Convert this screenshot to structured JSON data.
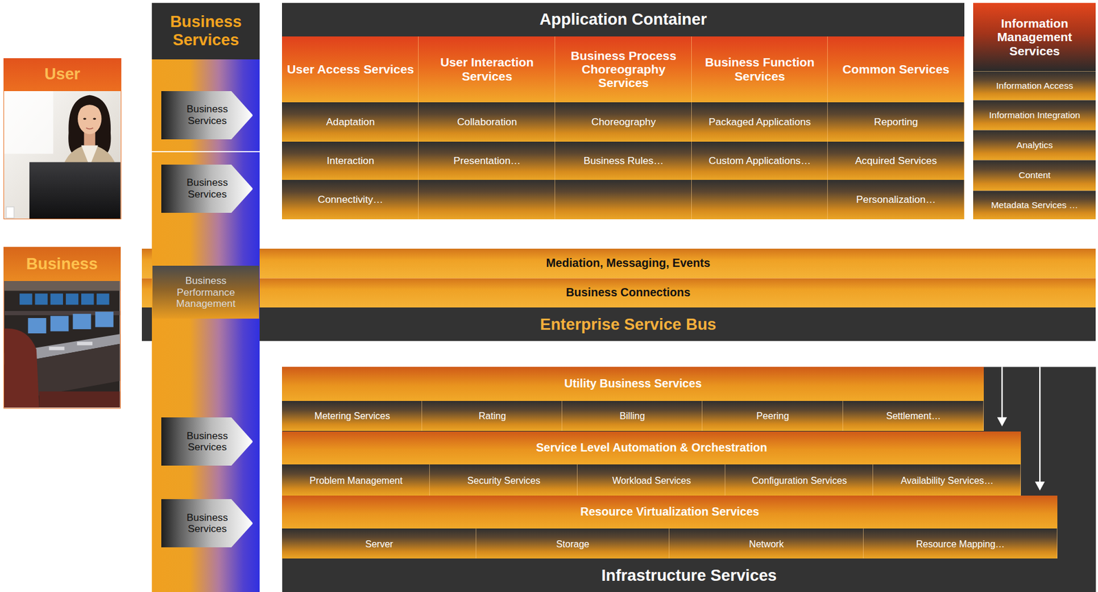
{
  "diagram": {
    "nodes": [
      {
        "text": [
          "User"
        ]
      },
      {
        "text": [
          "Business"
        ]
      },
      {
        "text": [
          "Business Services"
        ]
      },
      {
        "text": [
          "Business Services"
        ],
        "in": 2
      },
      {
        "text": [
          "Business Services"
        ],
        "in": 2
      },
      {
        "text": [
          "Business Performance Management"
        ],
        "in": 2
      },
      {
        "text": [
          "Business Services"
        ],
        "in": 2
      },
      {
        "text": [
          "Business Services"
        ],
        "in": 2
      },
      {
        "text": [
          "Application Container"
        ]
      },
      {
        "text": [
          "User Access Services"
        ],
        "in": 8
      },
      {
        "text": [
          "Adaptation"
        ],
        "in": 9
      },
      {
        "text": [
          "Interaction"
        ],
        "in": 9
      },
      {
        "text": [
          "Connectivity…"
        ],
        "in": 9
      },
      {
        "text": [
          "User Interaction Services"
        ],
        "in": 8
      },
      {
        "text": [
          "Collaboration"
        ],
        "in": 13
      },
      {
        "text": [
          "Presentation…"
        ],
        "in": 13
      },
      {
        "text": [
          "Business Process Choreography Services"
        ],
        "in": 8
      },
      {
        "text": [
          "Choreography"
        ],
        "in": 16
      },
      {
        "text": [
          "Business Rules…"
        ],
        "in": 16
      },
      {
        "text": [
          "Business Function Services"
        ],
        "in": 8
      },
      {
        "text": [
          "Packaged Applications"
        ],
        "in": 19
      },
      {
        "text": [
          "Custom Applications…"
        ],
        "in": 19
      },
      {
        "text": [
          "Common Services"
        ],
        "in": 8
      },
      {
        "text": [
          "Reporting"
        ],
        "in": 22
      },
      {
        "text": [
          "Acquired Services"
        ],
        "in": 22
      },
      {
        "text": [
          "Personalization…"
        ],
        "in": 22
      },
      {
        "text": [
          "Information Management Services"
        ]
      },
      {
        "text": [
          "Information Access"
        ],
        "in": 26
      },
      {
        "text": [
          "Information Integration"
        ],
        "in": 26
      },
      {
        "text": [
          "Analytics"
        ],
        "in": 26
      },
      {
        "text": [
          "Content"
        ],
        "in": 26
      },
      {
        "text": [
          "Metadata Services …"
        ],
        "in": 26
      },
      {
        "text": [
          "Enterprise Service Bus"
        ]
      },
      {
        "text": [
          "Mediation, Messaging, Events"
        ],
        "in": 32
      },
      {
        "text": [
          "Business Connections"
        ],
        "in": 32
      },
      {
        "text": [
          "Infrastructure Services"
        ]
      },
      {
        "text": [
          "Utility Business Services"
        ],
        "in": 35
      },
      {
        "text": [
          "Metering Services"
        ],
        "in": 36
      },
      {
        "text": [
          "Rating"
        ],
        "in": 36
      },
      {
        "text": [
          "Billing"
        ],
        "in": 36
      },
      {
        "text": [
          "Peering"
        ],
        "in": 36
      },
      {
        "text": [
          "Settlement…"
        ],
        "in": 36
      },
      {
        "text": [
          "Service Level Automation & Orchestration"
        ],
        "in": 35
      },
      {
        "text": [
          "Problem Management"
        ],
        "in": 42
      },
      {
        "text": [
          "Security Services"
        ],
        "in": 42
      },
      {
        "text": [
          "Workload Services"
        ],
        "in": 42
      },
      {
        "text": [
          "Configuration Services"
        ],
        "in": 42
      },
      {
        "text": [
          "Availability Services…"
        ],
        "in": 42
      },
      {
        "text": [
          "Resource Virtualization Services"
        ],
        "in": 35
      },
      {
        "text": [
          "Server"
        ],
        "in": 48
      },
      {
        "text": [
          "Storage"
        ],
        "in": 48
      },
      {
        "text": [
          "Network"
        ],
        "in": 48
      },
      {
        "text": [
          "Resource Mapping…"
        ],
        "in": 48
      }
    ]
  }
}
